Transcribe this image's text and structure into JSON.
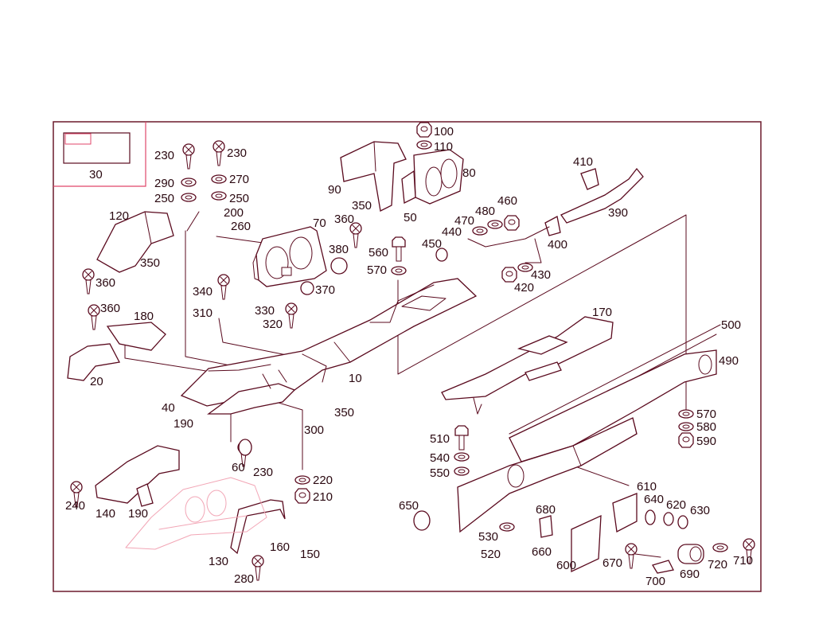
{
  "colors": {
    "line": "#5a0a1e",
    "text": "#2a0810",
    "frame": "#6b1a2c",
    "highlight": "#e0466a",
    "ghost": "#f2a6b6",
    "fill_dark": "#7a2a3c"
  },
  "inset": {
    "label": "30"
  },
  "callouts": [
    "100",
    "110",
    "80",
    "90",
    "50",
    "350",
    "360",
    "230",
    "230",
    "290",
    "270",
    "250",
    "250",
    "200",
    "260",
    "120",
    "350",
    "360",
    "70",
    "380",
    "370",
    "340",
    "310",
    "330",
    "320",
    "360",
    "180",
    "20",
    "40",
    "190",
    "300",
    "350",
    "10",
    "60",
    "230",
    "220",
    "210",
    "240",
    "140",
    "190",
    "130",
    "280",
    "160",
    "150",
    "560",
    "570",
    "410",
    "390",
    "460",
    "480",
    "470",
    "440",
    "450",
    "400",
    "430",
    "420",
    "170",
    "500",
    "490",
    "570",
    "580",
    "590",
    "510",
    "540",
    "550",
    "610",
    "650",
    "680",
    "640",
    "620",
    "630",
    "530",
    "520",
    "660",
    "600",
    "670",
    "690",
    "700",
    "720",
    "710"
  ]
}
